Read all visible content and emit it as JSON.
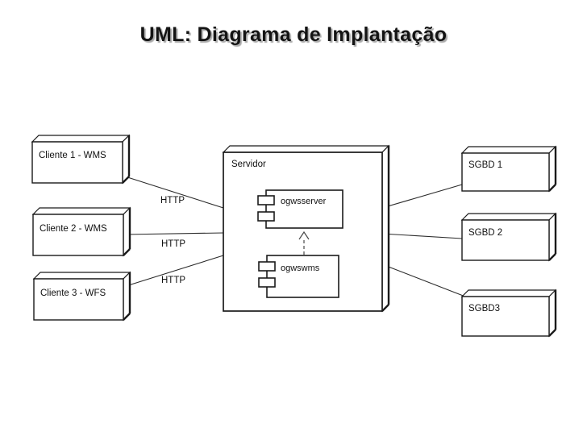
{
  "title": "UML: Diagrama de Implantação",
  "diagram": {
    "clients": [
      {
        "label": "Cliente 1 - WMS"
      },
      {
        "label": "Cliente 2 - WMS"
      },
      {
        "label": "Cliente 3 - WFS"
      }
    ],
    "server": {
      "label": "Servidor",
      "components": [
        {
          "label": "ogwsserver"
        },
        {
          "label": "ogwswms"
        }
      ]
    },
    "databases": [
      {
        "label": "SGBD 1"
      },
      {
        "label": "SGBD 2"
      },
      {
        "label": "SGBD3"
      }
    ],
    "connections": {
      "http_labels": [
        "HTTP",
        "HTTP",
        "HTTP"
      ]
    },
    "colors": {
      "background": "#ffffff",
      "node_fill": "#ffffff",
      "stroke": "#1a1a1a",
      "title_color": "#141414",
      "title_shadow": "#ababab"
    }
  }
}
